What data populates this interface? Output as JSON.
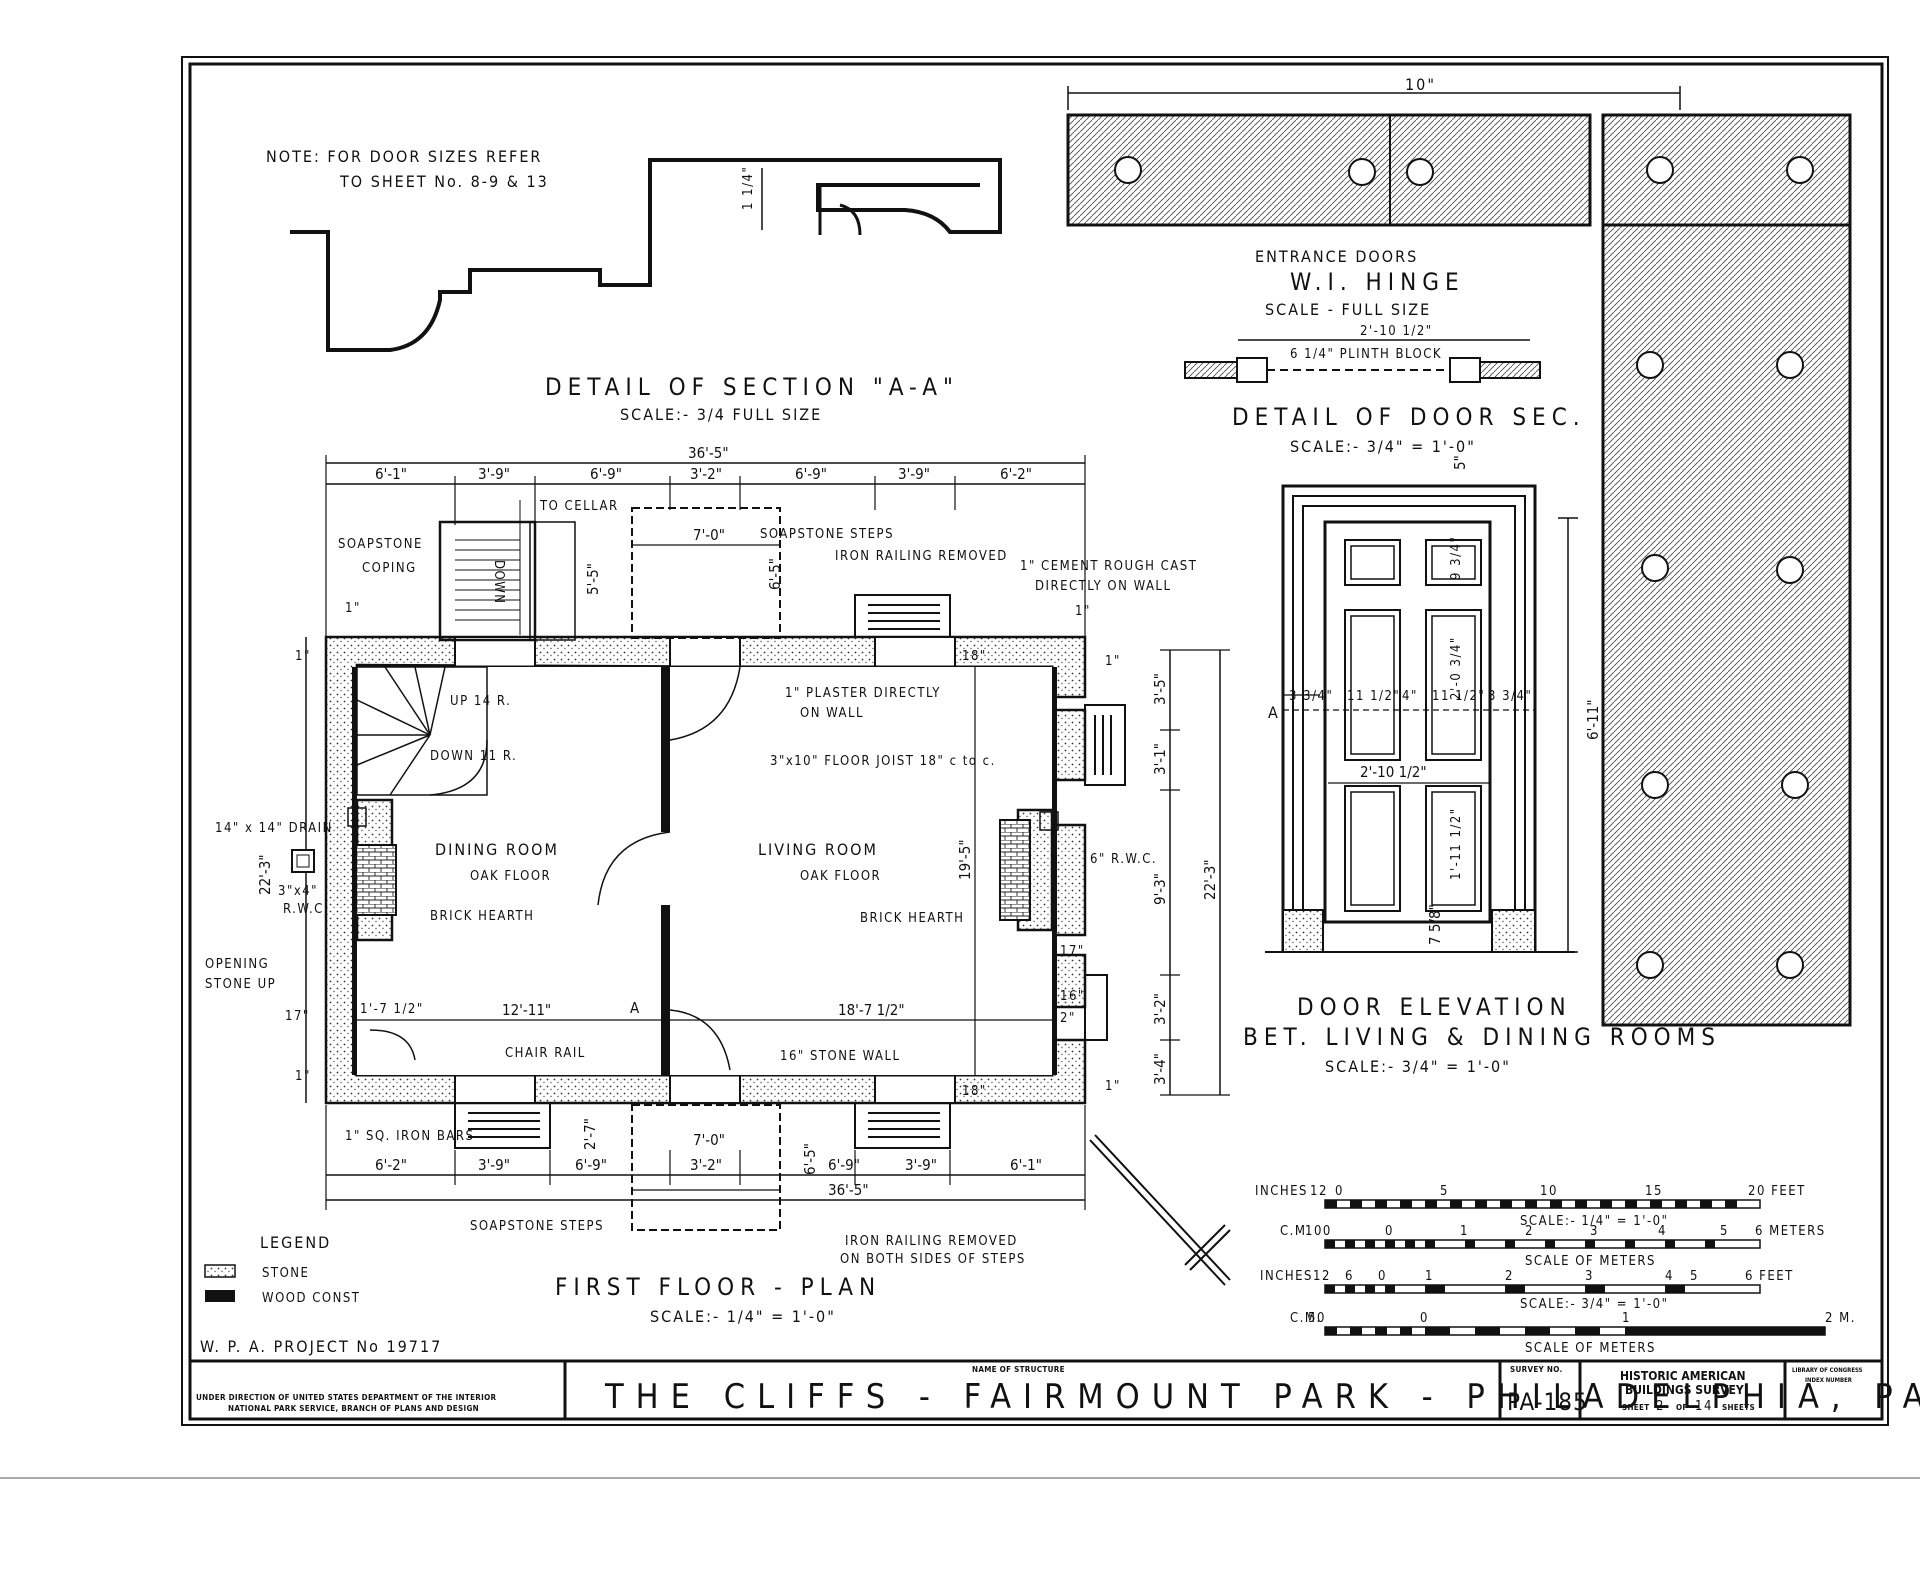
{
  "notes": {
    "door_sizes": "NOTE: FOR DOOR SIZES REFER",
    "door_sizes_2": "TO SHEET No. 8-9 & 13"
  },
  "section_aa": {
    "title": "DETAIL OF SECTION \"A-A\"",
    "scale": "SCALE:- 3/4 FULL SIZE",
    "dim": "1 1/4\""
  },
  "hinge": {
    "dim": "10\"",
    "title_1": "ENTRANCE DOORS",
    "title_2": "W.I. HINGE",
    "scale": "SCALE - FULL SIZE"
  },
  "door_sec": {
    "width": "2'-10 1/2\"",
    "plinth": "6 1/4\" PLINTH BLOCK",
    "title": "DETAIL OF DOOR SEC.",
    "scale": "SCALE:- 3/4\" = 1'-0\""
  },
  "door_elev": {
    "title": "DOOR ELEVATION",
    "subtitle": "BET. LIVING & DINING ROOMS",
    "scale": "SCALE:- 3/4\" = 1'-0\"",
    "height": "6'-11\"",
    "top": "5\"",
    "bottom": "7 5/8\"",
    "width": "2'-10 1/2\"",
    "panel_w": "11 1/2\"",
    "stile": "3 3/4\"",
    "rail": "4\"",
    "upper_panel": "9 3/4\"",
    "mid_panel": "2'-0 3/4\"",
    "lower_panel": "1'-11 1/2\"",
    "section_mark": "A"
  },
  "plan": {
    "title": "FIRST FLOOR - PLAN",
    "scale": "SCALE:- 1/4\" = 1'-0\"",
    "overall": "36'-5\"",
    "top_dims": [
      "6'-1\"",
      "3'-9\"",
      "6'-9\"",
      "3'-2\"",
      "6'-9\"",
      "3'-9\"",
      "6'-2\""
    ],
    "bottom_dims": [
      "6'-2\"",
      "3'-9\"",
      "6'-9\"",
      "3'-2\"",
      "6'-9\"",
      "3'-9\"",
      "6'-1\""
    ],
    "right_dims": [
      "3'-5\"",
      "3'-1\"",
      "9'-3\"",
      "3'-2\"",
      "3'-4\""
    ],
    "left_dim": "22'-3\"",
    "right_overall": "22'-3\"",
    "room_depth": "19'-5\"",
    "dining_width": "12'-11\"",
    "living_width": "18'-7 1/2\"",
    "small_dims": [
      "1\"",
      "1\"",
      "1\"",
      "1\"",
      "1\"",
      "1\"",
      "18\"",
      "18\"",
      "17\"",
      "16\"",
      "2\"",
      "1'-7 1/2\""
    ],
    "steps_depth": [
      "5'-5\"",
      "6'-5\"",
      "6'-5\"",
      "2'-7\""
    ],
    "steps_width": "7'-0\"",
    "rooms": {
      "dining": "DINING ROOM",
      "dining_floor": "OAK FLOOR",
      "living": "LIVING ROOM",
      "living_floor": "OAK FLOOR"
    },
    "labels": {
      "to_cellar": "TO CELLAR",
      "down": "DOWN",
      "soapstone_coping": "SOAPSTONE",
      "coping": "COPING",
      "soapstone_steps": "SOAPSTONE STEPS",
      "iron_railing": "IRON RAILING REMOVED",
      "cement": "1\" CEMENT ROUGH CAST",
      "cement_2": "DIRECTLY ON WALL",
      "plaster": "1\" PLASTER DIRECTLY",
      "plaster_2": "ON WALL",
      "floor_joist": "3\"x10\" FLOOR JOIST 18\" c to c.",
      "up": "UP 14 R.",
      "down_11": "DOWN 11 R.",
      "drain": "14\" x 14\" DRAIN",
      "rwc_left": "3\"x4\"",
      "rwc_left_2": "R.W.C.",
      "rwc_right": "6\" R.W.C.",
      "brick_hearth_l": "BRICK HEARTH",
      "brick_hearth_r": "BRICK HEARTH",
      "opening": "OPENING",
      "stone_up": "STONE UP",
      "chair_rail": "CHAIR RAIL",
      "stone_wall": "16\" STONE WALL",
      "iron_bars": "1\" SQ. IRON BARS",
      "soapstone_steps_bottom": "SOAPSTONE STEPS",
      "iron_railing_bottom": "IRON RAILING REMOVED",
      "iron_railing_bottom_2": "ON BOTH SIDES OF STEPS",
      "section_a": "A"
    }
  },
  "legend": {
    "title": "LEGEND",
    "items": [
      {
        "label": "STONE",
        "pattern": "dots"
      },
      {
        "label": "WOOD CONST",
        "pattern": "solid"
      }
    ]
  },
  "scales": {
    "inches_1": "INCHES",
    "inches_1_ticks": [
      "12",
      "0",
      "5",
      "10",
      "15",
      "20 FEET"
    ],
    "scale_1": "SCALE:- 1/4\" = 1'-0\"",
    "cm_1": "C.M.",
    "cm_1_ticks": [
      "100",
      "0",
      "1",
      "2",
      "3",
      "4",
      "5",
      "6 METERS"
    ],
    "meters_1": "SCALE OF METERS",
    "inches_2": "INCHES",
    "inches_2_ticks": [
      "12",
      "6",
      "0",
      "1",
      "2",
      "3",
      "4",
      "5",
      "6 FEET"
    ],
    "scale_2": "SCALE:- 3/4\" = 1'-0\"",
    "cm_2": "C.M.",
    "cm_2_ticks": [
      "50",
      "0",
      "1",
      "2 M."
    ],
    "meters_2": "SCALE OF METERS"
  },
  "project": "W. P. A. PROJECT No 19717",
  "title_block": {
    "agency": "UNDER DIRECTION OF UNITED STATES DEPARTMENT OF THE INTERIOR",
    "agency_2": "NATIONAL PARK SERVICE, BRANCH OF PLANS AND DESIGN",
    "name_label": "NAME OF STRUCTURE",
    "name": "THE CLIFFS - FAIRMOUNT PARK - PHILADELPHIA, PA.",
    "survey_label": "SURVEY NO.",
    "survey_no": "PA-185",
    "habs": "HISTORIC AMERICAN",
    "habs_2": "BUILDINGS SURVEY",
    "sheet_prefix": "SHEET",
    "sheet": "2",
    "sheet_of": "OF",
    "sheets_total": "14",
    "sheet_suffix": "SHEETS",
    "loc": "LIBRARY OF CONGRESS",
    "loc_2": "INDEX NUMBER"
  }
}
